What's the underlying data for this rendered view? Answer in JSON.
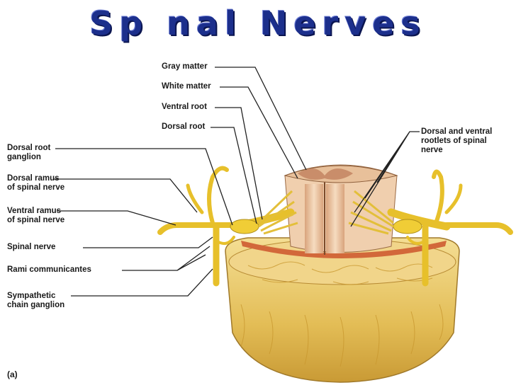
{
  "title": "Sp nal Nerves",
  "panel_label": "(a)",
  "labels": {
    "gray_matter": "Gray matter",
    "white_matter": "White matter",
    "ventral_root": "Ventral root",
    "dorsal_root": "Dorsal root",
    "dorsal_root_ganglion": "Dorsal root\nganglion",
    "dorsal_ramus": "Dorsal ramus\nof spinal nerve",
    "ventral_ramus": "Ventral ramus\nof spinal nerve",
    "spinal_nerve": "Spinal nerve",
    "rami_communicantes": "Rami communicantes",
    "sympathetic_chain_ganglion": "Sympathetic\nchain ganglion",
    "rootlets": "Dorsal and ventral\nrootlets of spinal\nnerve"
  },
  "colors": {
    "title": "#1c2f8c",
    "bone": "#e8c766",
    "nerve": "#f2d23c",
    "cord": "#eec9a0",
    "gray_matter": "#d9a78a",
    "leader": "#222222"
  }
}
